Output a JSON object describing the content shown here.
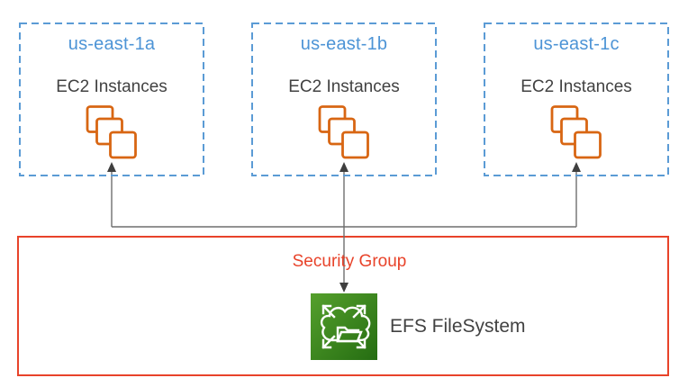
{
  "diagram": {
    "availability_zones": [
      {
        "name": "us-east-1a",
        "ec2_label": "EC2 Instances",
        "icon": "ec2-stacked-squares-icon"
      },
      {
        "name": "us-east-1b",
        "ec2_label": "EC2 Instances",
        "icon": "ec2-stacked-squares-icon"
      },
      {
        "name": "us-east-1c",
        "ec2_label": "EC2 Instances",
        "icon": "ec2-stacked-squares-icon"
      }
    ],
    "security_group": {
      "label": "Security Group"
    },
    "efs": {
      "label": "EFS FileSystem",
      "icon": "efs-cloud-folder-expand-icon"
    },
    "connections": [
      "us-east-1a EC2 Instances <- EFS FileSystem",
      "us-east-1b EC2 Instances <-> EFS FileSystem",
      "us-east-1c EC2 Instances <- EFS FileSystem"
    ],
    "colors": {
      "az_border": "#5B9BD5",
      "az_title": "#4D94D6",
      "text_dark": "#424242",
      "ec2_icon_orange": "#D86613",
      "security_group_red": "#E8432A",
      "efs_green_light": "#55A02C",
      "efs_green_dark": "#256D12",
      "connector_line": "#6E6E6E",
      "arrowhead": "#3F3F3F"
    }
  }
}
